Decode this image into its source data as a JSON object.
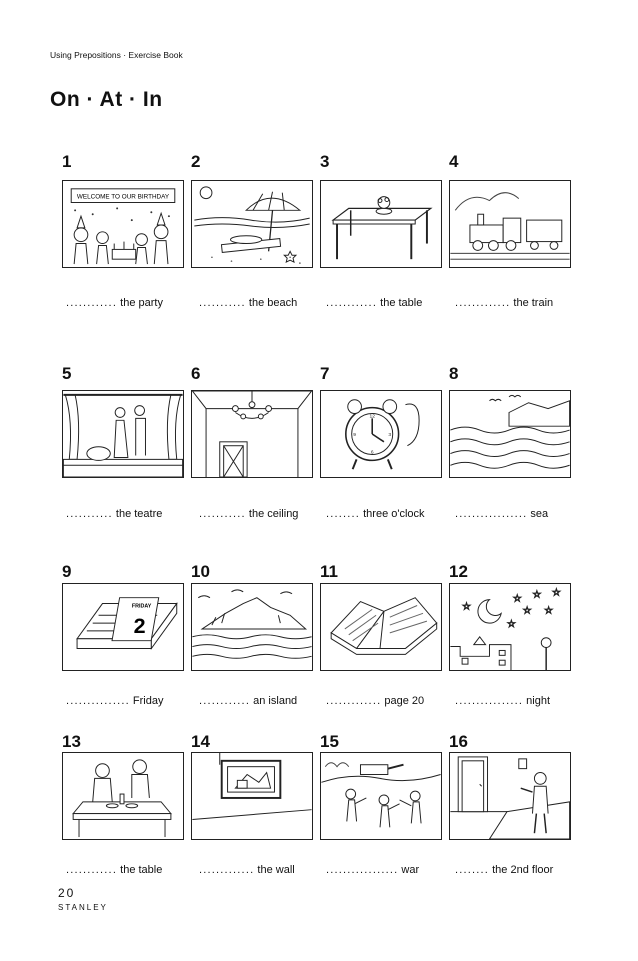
{
  "header": "Using Prepositions  ·  Exercise Book",
  "title": "On · At · In",
  "exercises": [
    {
      "num": "1",
      "dots": "............",
      "text": "the party",
      "picture": "birthday-party-picture",
      "sign": "WELCOME TO OUR BIRTHDAY"
    },
    {
      "num": "2",
      "dots": "...........",
      "text": "the beach",
      "picture": "beach-picture"
    },
    {
      "num": "3",
      "dots": "............",
      "text": "the table",
      "picture": "table-picture"
    },
    {
      "num": "4",
      "dots": ".............",
      "text": "the train",
      "picture": "train-picture"
    },
    {
      "num": "5",
      "dots": "...........",
      "text": "the teatre",
      "picture": "theatre-stage-picture"
    },
    {
      "num": "6",
      "dots": "...........",
      "text": "the ceiling",
      "picture": "ceiling-chandelier-picture"
    },
    {
      "num": "7",
      "dots": "........",
      "text": "three o'clock",
      "picture": "alarm-clock-picture"
    },
    {
      "num": "8",
      "dots": ".................",
      "text": "sea",
      "picture": "sea-picture"
    },
    {
      "num": "9",
      "dots": "...............",
      "text": "Friday",
      "picture": "calendar-picture",
      "calendar_day": "FRIDAY",
      "calendar_date": "2"
    },
    {
      "num": "10",
      "dots": "............",
      "text": "an island",
      "picture": "island-picture"
    },
    {
      "num": "11",
      "dots": ".............",
      "text": "page 20",
      "picture": "open-book-picture"
    },
    {
      "num": "12",
      "dots": "................",
      "text": "night",
      "picture": "night-sky-picture"
    },
    {
      "num": "13",
      "dots": "............",
      "text": "the table",
      "picture": "family-dinner-picture"
    },
    {
      "num": "14",
      "dots": ".............",
      "text": "the wall",
      "picture": "wall-painting-picture"
    },
    {
      "num": "15",
      "dots": ".................",
      "text": "war",
      "picture": "war-soldiers-picture"
    },
    {
      "num": "16",
      "dots": "........",
      "text": "the 2nd floor",
      "picture": "second-floor-picture"
    }
  ],
  "footer": {
    "page": "20",
    "publisher": "STANLEY"
  }
}
